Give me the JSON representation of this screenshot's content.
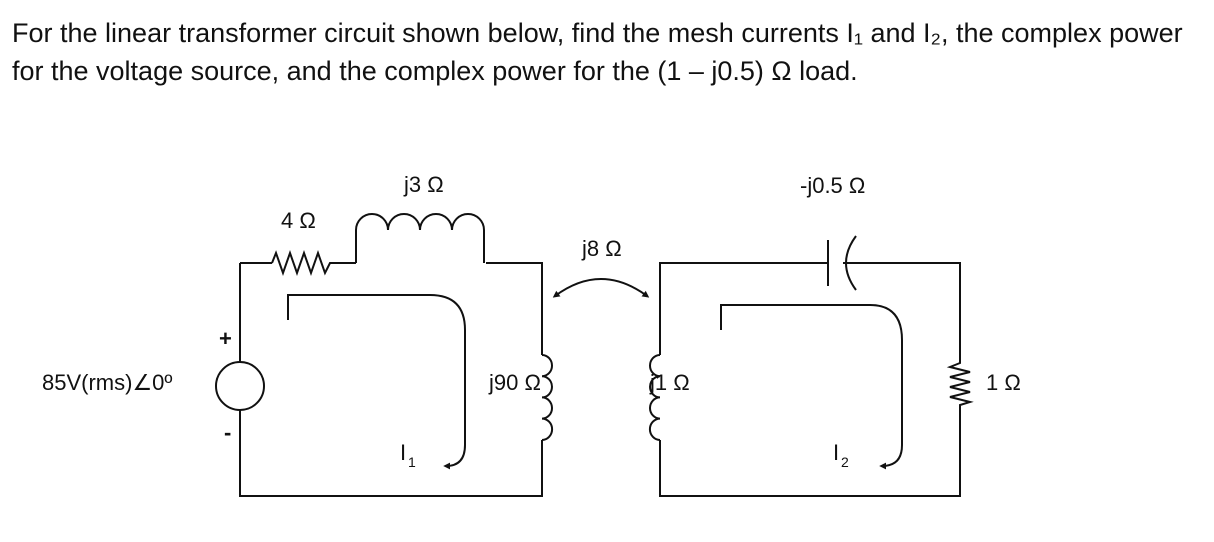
{
  "problem": {
    "text": "For the linear transformer circuit shown below, find the mesh currents I₁ and I₂, the complex power for the voltage source, and the complex power for the (1 – j0.5) Ω load."
  },
  "circuit": {
    "source_label": "85V(rms)∠0º",
    "plus": "+",
    "minus": "-",
    "r1_label": "4 Ω",
    "l1_label": "j3 Ω",
    "m_label": "j8 Ω",
    "primary_label": "j90 Ω",
    "secondary_label": "j1 Ω",
    "cap_label": "-j0.5 Ω",
    "r2_label": "1 Ω",
    "mesh1": {
      "letter": "I",
      "sub": "1"
    },
    "mesh2": {
      "letter": "I",
      "sub": "2"
    }
  }
}
